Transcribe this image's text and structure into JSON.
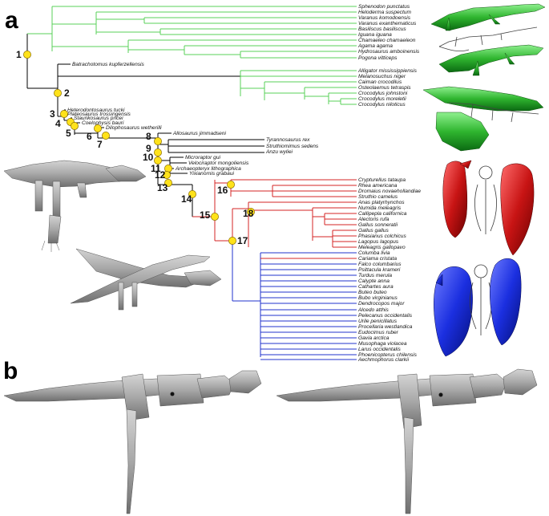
{
  "panels": {
    "a": "a",
    "b": "b"
  },
  "colors": {
    "green": "#59d159",
    "black": "#000000",
    "red": "#d42424",
    "blue": "#2233cc",
    "node": "#ffe21a"
  },
  "taxa": [
    {
      "name": "Sphenodon punctatus",
      "clade": "green"
    },
    {
      "name": "Heloderma suspectum",
      "clade": "green"
    },
    {
      "name": "Varanus komodoensis",
      "clade": "green"
    },
    {
      "name": "Varanus exanthematicus",
      "clade": "green"
    },
    {
      "name": "Basiliscus basiliscus",
      "clade": "green"
    },
    {
      "name": "Iguana iguana",
      "clade": "green"
    },
    {
      "name": "Chamaeleo chamaeleon",
      "clade": "green"
    },
    {
      "name": "Agama agama",
      "clade": "green"
    },
    {
      "name": "Hydrosaurus amboinensis",
      "clade": "green"
    },
    {
      "name": "Pogona vitticeps",
      "clade": "green"
    },
    {
      "name": "Batrachotomus kupferzellensis",
      "clade": "black"
    },
    {
      "name": "Alligator mississippiensis",
      "clade": "green"
    },
    {
      "name": "Melanosuchus niger",
      "clade": "green"
    },
    {
      "name": "Caiman crocodilus",
      "clade": "green"
    },
    {
      "name": "Osteolaemus tetraspis",
      "clade": "green"
    },
    {
      "name": "Crocodylus johnstoni",
      "clade": "green"
    },
    {
      "name": "Crocodylus moreletii",
      "clade": "green"
    },
    {
      "name": "Crocodylus niloticus",
      "clade": "green"
    },
    {
      "name": "Heterodontosaurus tucki",
      "clade": "black"
    },
    {
      "name": "Plateosaurus trossingensis",
      "clade": "black"
    },
    {
      "name": "Staurikosaurus pricei",
      "clade": "black"
    },
    {
      "name": "Coelophysis bauri",
      "clade": "black"
    },
    {
      "name": "Dilophosaurus wetherilli",
      "clade": "black"
    },
    {
      "name": "Allosaurus jimmadseni",
      "clade": "black"
    },
    {
      "name": "Tyrannosaurus rex",
      "clade": "black"
    },
    {
      "name": "Struthiomimus sedens",
      "clade": "black"
    },
    {
      "name": "Anzu wyliei",
      "clade": "black"
    },
    {
      "name": "Microraptor gui",
      "clade": "black"
    },
    {
      "name": "Velociraptor mongoliensis",
      "clade": "black"
    },
    {
      "name": "Archaeopteryx lithographica",
      "clade": "black"
    },
    {
      "name": "Yixianornis grabaui",
      "clade": "black"
    },
    {
      "name": "Crypturellus tataupa",
      "clade": "red"
    },
    {
      "name": "Rhea americana",
      "clade": "red"
    },
    {
      "name": "Dromaius novaehollandiae",
      "clade": "red"
    },
    {
      "name": "Struthio camelus",
      "clade": "red"
    },
    {
      "name": "Anas platyrhynchos",
      "clade": "red"
    },
    {
      "name": "Numida meleagris",
      "clade": "red"
    },
    {
      "name": "Callipepla californica",
      "clade": "red"
    },
    {
      "name": "Alectoris rufa",
      "clade": "red"
    },
    {
      "name": "Gallus sonneratii",
      "clade": "red"
    },
    {
      "name": "Gallus gallus",
      "clade": "red"
    },
    {
      "name": "Phasianus colchicus",
      "clade": "red"
    },
    {
      "name": "Lagopus lagopus",
      "clade": "red"
    },
    {
      "name": "Meleagris gallopavo",
      "clade": "red"
    },
    {
      "name": "Columba livia",
      "clade": "blue"
    },
    {
      "name": "Cariama cristata",
      "clade": "blue"
    },
    {
      "name": "Falco columbarius",
      "clade": "blue"
    },
    {
      "name": "Psittacula krameri",
      "clade": "blue"
    },
    {
      "name": "Turdus merula",
      "clade": "blue"
    },
    {
      "name": "Calypte anna",
      "clade": "blue"
    },
    {
      "name": "Cathartes aura",
      "clade": "blue"
    },
    {
      "name": "Buteo buteo",
      "clade": "blue"
    },
    {
      "name": "Bubo virginianus",
      "clade": "blue"
    },
    {
      "name": "Dendrocopos major",
      "clade": "blue"
    },
    {
      "name": "Alcedo atthis",
      "clade": "blue"
    },
    {
      "name": "Pelecanus occidentalis",
      "clade": "blue"
    },
    {
      "name": "Urile penicillatus",
      "clade": "blue"
    },
    {
      "name": "Procellaria westlandica",
      "clade": "blue"
    },
    {
      "name": "Eudocimus ruber",
      "clade": "blue"
    },
    {
      "name": "Gavia arctica",
      "clade": "blue"
    },
    {
      "name": "Musophaga violacea",
      "clade": "blue"
    },
    {
      "name": "Larus occidentalis",
      "clade": "blue"
    },
    {
      "name": "Phoenicopterus chilensis",
      "clade": "blue"
    },
    {
      "name": "Aechmophorus clarkii",
      "clade": "blue"
    }
  ],
  "nodes": [
    {
      "label": "1"
    },
    {
      "label": "2"
    },
    {
      "label": "3"
    },
    {
      "label": "4"
    },
    {
      "label": "5"
    },
    {
      "label": "6"
    },
    {
      "label": "7"
    },
    {
      "label": "8"
    },
    {
      "label": "9"
    },
    {
      "label": "10"
    },
    {
      "label": "11"
    },
    {
      "label": "12"
    },
    {
      "label": "13"
    },
    {
      "label": "14"
    },
    {
      "label": "15"
    },
    {
      "label": "16"
    },
    {
      "label": "17"
    },
    {
      "label": "18"
    }
  ]
}
